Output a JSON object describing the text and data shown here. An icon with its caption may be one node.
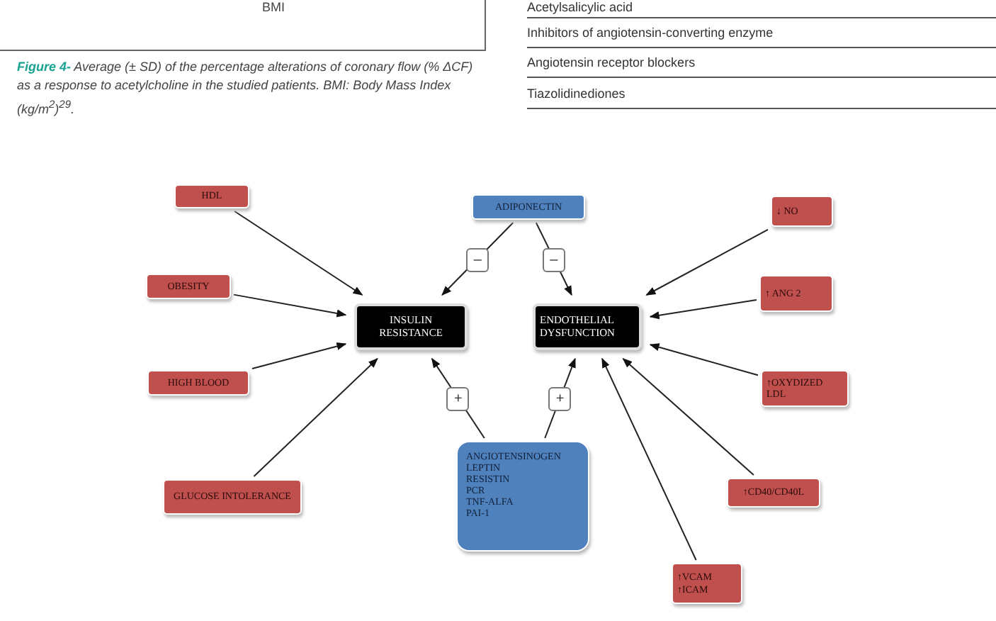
{
  "diagram": {
    "nodes": [
      {
        "text": [
          "HDL"
        ]
      },
      {
        "text": [
          "ADIPONECTIN"
        ]
      },
      {
        "text": [
          "↓ NO"
        ]
      },
      {
        "text": [
          "OBESITY"
        ]
      },
      {
        "text": [
          "↑ ANG 2"
        ]
      },
      {
        "text": [
          "INSULIN RESISTANCE"
        ]
      },
      {
        "text": [
          "ENDOTHELIAL DYSFUNCTION"
        ]
      },
      {
        "text": [
          "HIGH BLOOD"
        ]
      },
      {
        "text": [
          "↑OXYDIZED LDL"
        ]
      },
      {
        "text": [
          "ANGIOTENSINOGEN",
          "LEPTIN",
          "RESISTIN",
          "PCR",
          "TNF-ALFA",
          "PAI-1"
        ]
      },
      {
        "text": [
          "GLUCOSE INTOLERANCE"
        ]
      },
      {
        "text": [
          "↑CD40/CD40L"
        ]
      },
      {
        "text": [
          "↑VCAM",
          "↑ICAM"
        ]
      }
    ],
    "edges": [
      {
        "from": 0,
        "to": 5,
        "arrow": "to"
      },
      {
        "from": 3,
        "to": 5,
        "arrow": "to"
      },
      {
        "from": 7,
        "to": 5,
        "arrow": "to"
      },
      {
        "from": 10,
        "to": 5,
        "arrow": "to"
      },
      {
        "from": 1,
        "to": 5,
        "arrow": "to",
        "label": "–"
      },
      {
        "from": 1,
        "to": 6,
        "arrow": "to",
        "label": "–"
      },
      {
        "from": 9,
        "to": 5,
        "arrow": "to",
        "label": "+"
      },
      {
        "from": 9,
        "to": 6,
        "arrow": "to",
        "label": "+"
      },
      {
        "from": 2,
        "to": 6,
        "arrow": "to"
      },
      {
        "from": 4,
        "to": 6,
        "arrow": "to"
      },
      {
        "from": 8,
        "to": 6,
        "arrow": "to"
      },
      {
        "from": 11,
        "to": 6,
        "arrow": "to"
      },
      {
        "from": 12,
        "to": 6,
        "arrow": "to"
      }
    ],
    "labels": [
      "BMI",
      "**Figure 4-** Average (± SD) of the percentage alterations of coronary flow (% ΔCF) as a response to acetylcholine in the studied patients. BMI: Body Mass Index (kg/m$^{2}$)$^{29}$.",
      "Acetylsalicylic acid",
      "Inhibitors of angiotensin-converting enzyme",
      "Angiotensin receptor blockers",
      "Tiazolidinediones"
    ]
  }
}
